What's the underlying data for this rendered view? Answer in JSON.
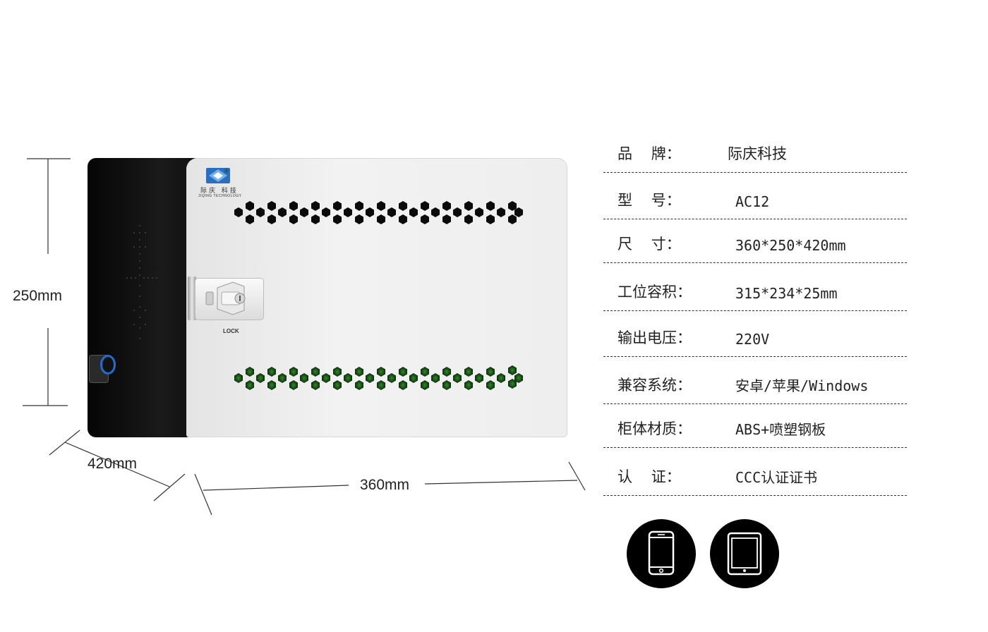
{
  "dimensions": {
    "height": "250mm",
    "depth": "420mm",
    "width": "360mm"
  },
  "product": {
    "logo_cn": "际庆 科技",
    "logo_en": "JIQING TECHNOLOGY",
    "registered_mark": "®",
    "lock_label": "LOCK"
  },
  "specs": [
    {
      "label": "品    牌：",
      "value": "际庆科技"
    },
    {
      "label": "型    号：",
      "value": "AC12"
    },
    {
      "label": "尺    寸：",
      "value": "360*250*420mm"
    },
    {
      "label": "工位容积：",
      "value": "315*234*25mm"
    },
    {
      "label": "输出电压：",
      "value": "220V"
    },
    {
      "label": "兼容系统：",
      "value": "安卓/苹果/Windows"
    },
    {
      "label": "柜体材质：",
      "value": "ABS+喷塑钢板"
    },
    {
      "label": "认    证：",
      "value": "CCC认证证书"
    }
  ],
  "compatible_devices": [
    "phone-icon",
    "tablet-icon"
  ],
  "colors": {
    "cabinet_side": "#0d0d0d",
    "cabinet_door": "#ededed",
    "vent_accent": "#2f8a2a",
    "lock_blue": "#1e6fd0"
  }
}
